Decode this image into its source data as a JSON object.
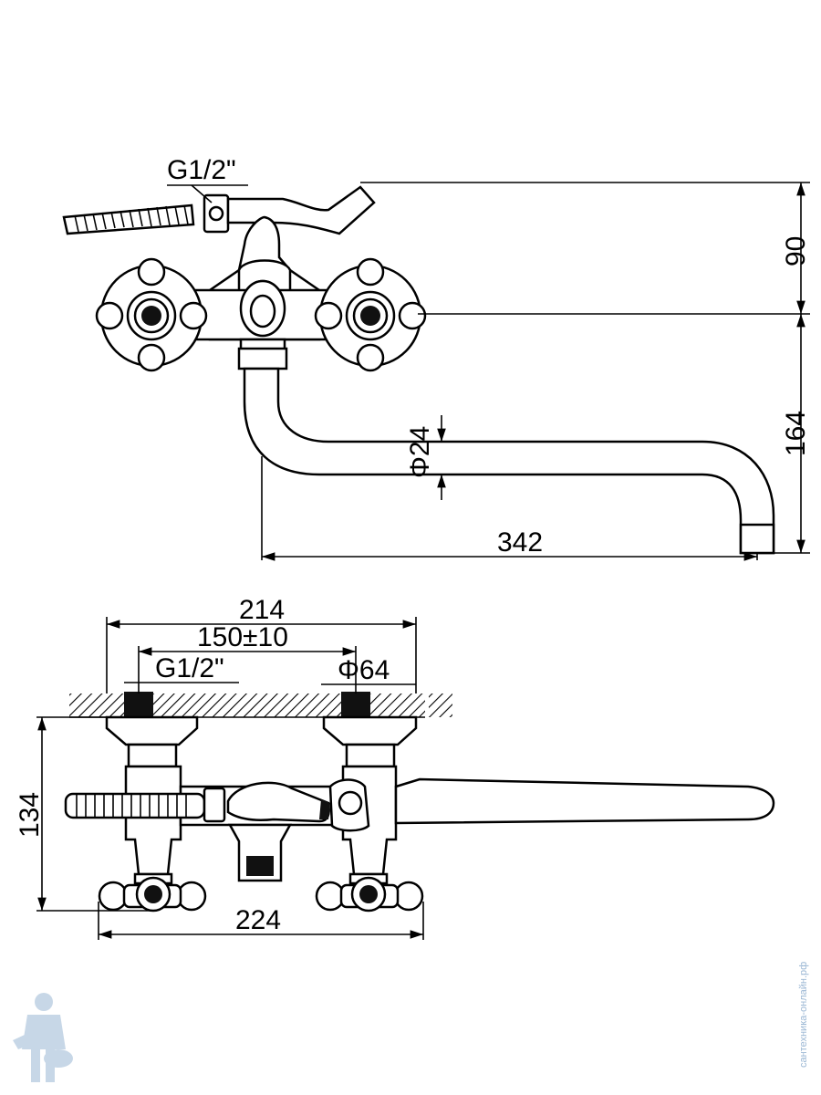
{
  "top_view": {
    "thread_label": "G1/2\"",
    "height_upper": "90",
    "height_lower": "164",
    "pipe_diameter": "Φ24",
    "spout_reach": "342"
  },
  "front_view": {
    "overall_width": "214",
    "centre_distance": "150±10",
    "thread_label": "G1/2\"",
    "flange_diameter": "Φ64",
    "height": "134",
    "handle_width": "224"
  },
  "watermark": {
    "text": "сантехника-онлайн.рф",
    "mascot": "plumber-mascot"
  },
  "colors": {
    "line": "#000000",
    "watermark": "#9bb7d4"
  }
}
